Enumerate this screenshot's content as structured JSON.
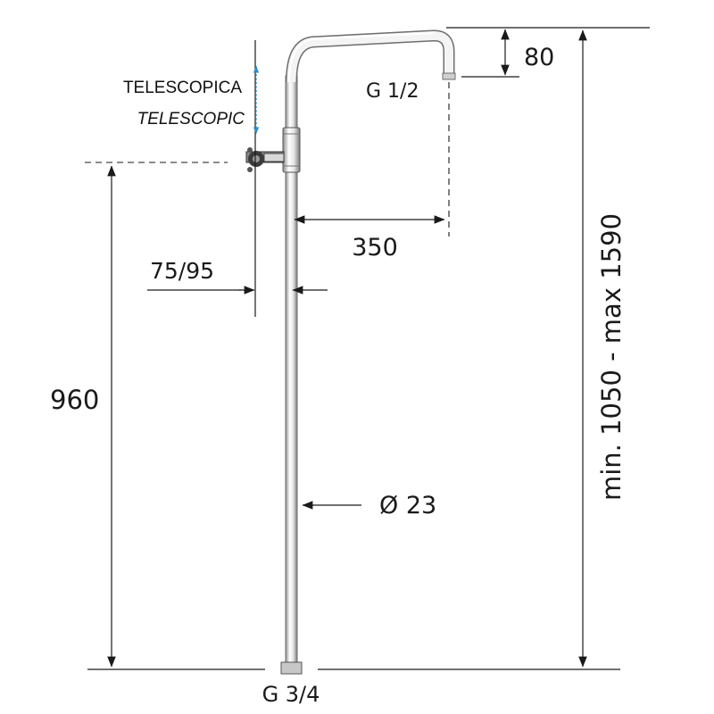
{
  "labels": {
    "telescopic_it": "TELESCOPICA",
    "telescopic_en": "TELESCOPIC",
    "outlet_thread": "G 1/2",
    "inlet_thread": "G 3/4"
  },
  "dimensions": {
    "arm_drop": "80",
    "arm_reach": "350",
    "wall_offset": "75/95",
    "bracket_height": "960",
    "pipe_diameter": "Ø 23",
    "total_height": "min. 1050 - max 1590"
  },
  "colors": {
    "telescopic_arrow": "#2f8fc4",
    "pipe_highlight": "#ffffff",
    "pipe_shadow": "#9a9a9a"
  }
}
